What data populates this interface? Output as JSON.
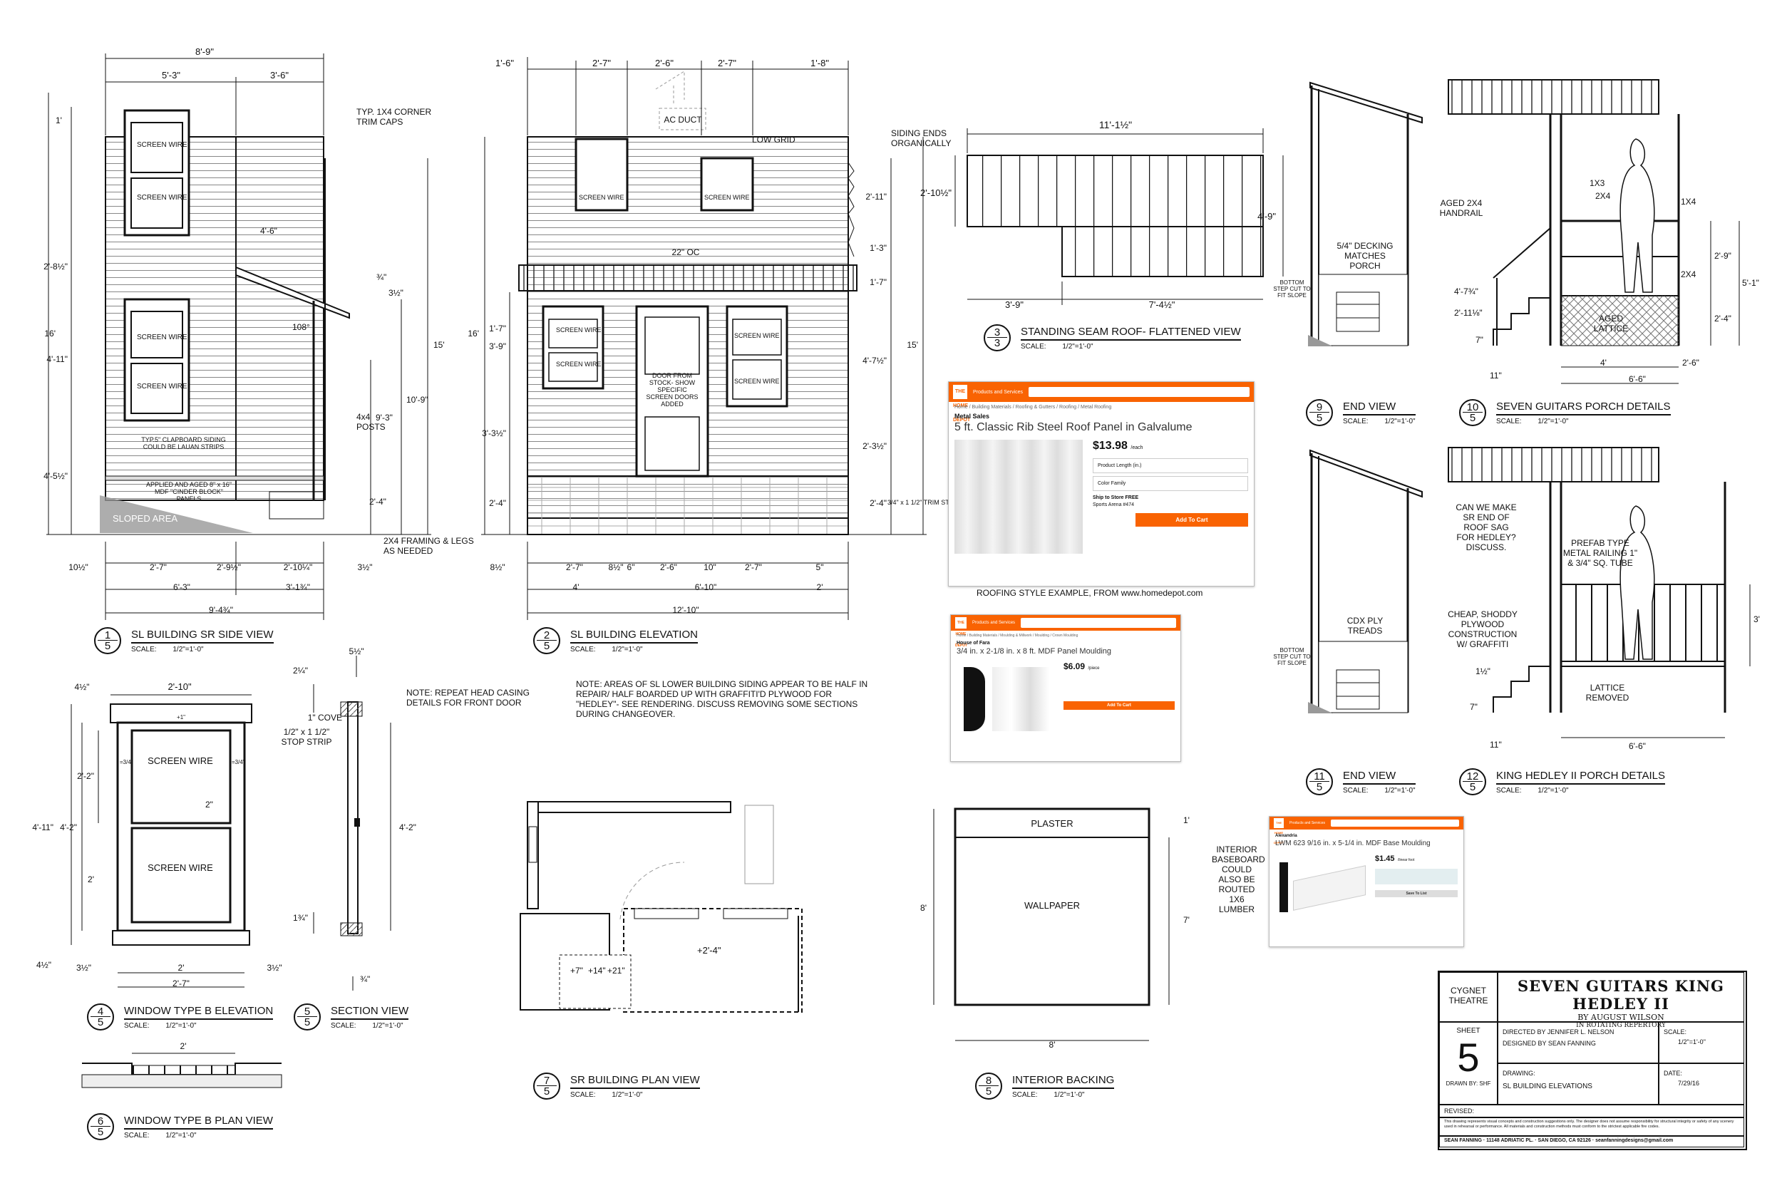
{
  "views": [
    {
      "id": "v1",
      "num": "1",
      "sheet": "5",
      "name": "SL BUILDING SR SIDE VIEW",
      "scale_label": "SCALE:",
      "scale": "1/2\"=1'-0\""
    },
    {
      "id": "v2",
      "num": "2",
      "sheet": "5",
      "name": "SL BUILDING ELEVATION",
      "scale_label": "SCALE:",
      "scale": "1/2\"=1'-0\""
    },
    {
      "id": "v3",
      "num": "3",
      "sheet": "3",
      "name": "STANDING SEAM ROOF- FLATTENED VIEW",
      "scale_label": "SCALE:",
      "scale": "1/2\"=1'-0\""
    },
    {
      "id": "v4",
      "num": "4",
      "sheet": "5",
      "name": "WINDOW TYPE B ELEVATION",
      "scale_label": "SCALE:",
      "scale": "1/2\"=1'-0\""
    },
    {
      "id": "v5",
      "num": "5",
      "sheet": "5",
      "name": "SECTION VIEW",
      "scale_label": "SCALE:",
      "scale": "1/2\"=1'-0\""
    },
    {
      "id": "v6",
      "num": "6",
      "sheet": "5",
      "name": "WINDOW TYPE B PLAN VIEW",
      "scale_label": "SCALE:",
      "scale": "1/2\"=1'-0\""
    },
    {
      "id": "v7",
      "num": "7",
      "sheet": "5",
      "name": "SR BUILDING PLAN VIEW",
      "scale_label": "SCALE:",
      "scale": "1/2\"=1'-0\""
    },
    {
      "id": "v8",
      "num": "8",
      "sheet": "5",
      "name": "INTERIOR BACKING",
      "scale_label": "SCALE:",
      "scale": "1/2\"=1'-0\""
    },
    {
      "id": "v9",
      "num": "9",
      "sheet": "5",
      "name": "END VIEW",
      "scale_label": "SCALE:",
      "scale": "1/2\"=1'-0\""
    },
    {
      "id": "v10",
      "num": "10",
      "sheet": "5",
      "name": "SEVEN GUITARS PORCH DETAILS",
      "scale_label": "SCALE:",
      "scale": "1/2\"=1'-0\""
    },
    {
      "id": "v11",
      "num": "11",
      "sheet": "5",
      "name": "END VIEW",
      "scale_label": "SCALE:",
      "scale": "1/2\"=1'-0\""
    },
    {
      "id": "v12",
      "num": "12",
      "sheet": "5",
      "name": "KING HEDLEY II PORCH DETAILS",
      "scale_label": "SCALE:",
      "scale": "1/2\"=1'-0\""
    }
  ],
  "v1": {
    "dims_top": [
      "8'-9\"",
      "5'-3\"",
      "3'-6\""
    ],
    "dims_left": [
      "1'",
      "2'-8½\"",
      "16'",
      "4'-11\"",
      "4'-5½\""
    ],
    "dims_right": [
      "4'-6\"",
      "¾\"",
      "3½\"",
      "108°",
      "15'",
      "10'-9\"",
      "9'-3\"",
      "2'-4\""
    ],
    "dims_bottom": [
      "10½\"",
      "2'-7\"",
      "2'-9½\"",
      "2'-10¼\"",
      "3½\"",
      "6'-3\"",
      "3'-1¾\"",
      "9'-4¾\""
    ],
    "screen1": "SCREEN WIRE",
    "screen2": "SCREEN WIRE",
    "screen3": "SCREEN WIRE",
    "screen4": "SCREEN WIRE",
    "note_corner": "TYP. 1X4 CORNER TRIM CAPS",
    "note_siding": "TYP.5\" CLAPBOARD SIDING COULD BE LAUAN STRIPS",
    "note_panels": "APPLIED AND AGED 8\" x 16\" MDF \"CINDER BLOCK\" PANELS",
    "note_sloped": "SLOPED AREA",
    "note_posts": "4x4 POSTS",
    "note_framing": "2X4 FRAMING & LEGS AS NEEDED"
  },
  "v2": {
    "dims_top": [
      "1'-6\"",
      "2'-7\"",
      "2'-6\"",
      "2'-7\"",
      "1'-8\""
    ],
    "dims_left": [
      "16'",
      "1'-7\"",
      "3'-9\"",
      "3'-3½\"",
      "2'-4\""
    ],
    "dims_right": [
      "2'-11\"",
      "1'-3\"",
      "1'-7\"",
      "4'-7½\"",
      "2'-3½\"",
      "2'-4\"",
      "15'"
    ],
    "dims_bottom": [
      "8½\"",
      "2'-7\"",
      "8½\"",
      "6\"",
      "2'-6\"",
      "10\"",
      "2'-7\"",
      "5\"",
      "4'",
      "6'-10\"",
      "2'",
      "12'-10\""
    ],
    "ac_duct": "AC DUCT",
    "low_grid": "LOW GRID",
    "oc": "22\" OC",
    "siding_ends": "SIDING ENDS ORGANICALLY",
    "screen1": "SCREEN WIRE",
    "screen2": "SCREEN WIRE",
    "screen3": "SCREEN WIRE",
    "screen4": "SCREEN WIRE",
    "screen5": "SCREEN WIRE",
    "screen6": "SCREEN WIRE",
    "door": "DOOR FROM STOCK- SHOW SPECIFIC SCREEN DOORS ADDED",
    "trim_strip": "3/4\" x 1 1/2\" TRIM STRIP"
  },
  "v3": {
    "dims": [
      "11'-1½\"",
      "2'-10½\"",
      "4'-9\"",
      "3'-9\"",
      "7'-4½\""
    ]
  },
  "hd1": {
    "logo": "THE HOME DEPOT",
    "menu": "Products and Services",
    "breadcrumb": "Home / Building Materials / Roofing & Gutters / Roofing / Metal Roofing",
    "brand": "Metal Sales",
    "title": "5 ft. Classic Rib Steel Roof Panel in Galvalume",
    "price": "$13.98",
    "unit": "/each",
    "opt1": "Product Length (in.)",
    "opt2": "Color Family",
    "ship": "Ship to Store FREE",
    "pickup": "Sports Arena #474",
    "button": "Add To Cart",
    "caption": "ROOFING STYLE EXAMPLE, FROM www.homedepot.com"
  },
  "hd2": {
    "logo": "THE HOME DEPOT",
    "menu": "Products and Services",
    "breadcrumb": "Home / Building Materials / Moulding & Millwork / Moulding / Crown Moulding",
    "brand": "House of Fara",
    "title": "3/4 in. x 2-1/8 in. x 8 ft. MDF Panel Moulding",
    "price": "$6.09",
    "unit": "/piece",
    "button": "Add To Cart"
  },
  "hd3": {
    "logo": "THE HOME DEPOT",
    "menu": "Products and Services",
    "brand": "Alexandria",
    "title": "LWM 623 9/16 in. x 5-1/4 in. MDF Base Moulding",
    "price": "$1.45",
    "unit": "/linear foot",
    "button": "Save To List"
  },
  "v4": {
    "dims": [
      "4½\"",
      "2'-10\"",
      "2'-2\"",
      "4'-2\"",
      "4'-11\"",
      "2\"",
      "2'",
      "4½\"",
      "3½\"",
      "2'",
      "3½\"",
      "2'-7\"",
      "+1\"",
      "=3/4\"",
      "=3/4\""
    ],
    "screen1": "SCREEN WIRE",
    "screen2": "SCREEN WIRE"
  },
  "v5": {
    "dims": [
      "5½\"",
      "2¼\"",
      "4'-2\"",
      "1¾\"",
      "¾\""
    ],
    "cove": "1\" COVE",
    "stop": "1/2\" x 1 1/2\" STOP STRIP",
    "note": "NOTE: REPEAT HEAD CASING DETAILS FOR FRONT DOOR"
  },
  "v6": {
    "dim": "2'"
  },
  "note_sl": "NOTE: AREAS OF SL LOWER BUILDING SIDING APPEAR TO BE HALF IN REPAIR/ HALF BOARDED UP WITH GRAFFITI'D PLYWOOD  FOR \"HEDLEY\"- SEE RENDERING. DISCUSS REMOVING SOME SECTIONS DURING CHANGEOVER.",
  "v7": {
    "dims": [
      "+7\"",
      "+14\"",
      "+21\"",
      "+2'-4\""
    ]
  },
  "v8": {
    "plaster": "PLASTER",
    "wallpaper": "WALLPAPER",
    "dims": [
      "1'",
      "8'",
      "7'",
      "8'"
    ],
    "baseboard": "INTERIOR BASEBOARD COULD ALSO BE ROUTED 1X6 LUMBER"
  },
  "v9": {
    "decking": "5/4\" DECKING MATCHES PORCH",
    "step": "BOTTOM STEP CUT TO FIT SLOPE"
  },
  "v10": {
    "labels": [
      "1X3",
      "2X4",
      "1X4",
      "2X4",
      "AGED LATTICE"
    ],
    "handrail": "AGED 2X4 HANDRAIL",
    "dims": [
      "4'-7¾\"",
      "2'-11⅛\"",
      "7\"",
      "11\"",
      "4'",
      "6'-6\"",
      "2'-6\"",
      "2'-9\"",
      "2'-4\"",
      "5'-1\""
    ]
  },
  "v11": {
    "treads": "CDX PLY TREADS",
    "step": "BOTTOM STEP CUT TO FIT SLOPE"
  },
  "v12": {
    "question": "CAN WE MAKE SR END OF ROOF SAG FOR HEDLEY? DISCUSS.",
    "railing": "PREFAB TYPE METAL RAILING 1\" & 3/4\" SQ. TUBE",
    "plywood": "CHEAP, SHODDY PLYWOOD CONSTRUCTION W/ GRAFFITI",
    "lattice": "LATTICE REMOVED",
    "dims": [
      "1½\"",
      "7\"",
      "11\"",
      "6'-6\"",
      "3'"
    ]
  },
  "titleblock": {
    "theatre": "CYGNET THEATRE",
    "show": "SEVEN GUITARS  KING HEDLEY II",
    "author": "BY AUGUST WILSON",
    "rep": "IN ROTATING REPERTORY",
    "sheet_label": "SHEET",
    "sheet_num": "5",
    "drawn_by": "DRAWN BY: SHF",
    "director": "DIRECTED BY JENNIFER L. NELSON",
    "designer": "DESIGNED BY SEAN FANNING",
    "scale_label": "SCALE:",
    "scale": "1/2\"=1'-0\"",
    "drawing_label": "DRAWING:",
    "drawing": "SL BUILDING ELEVATIONS",
    "date_label": "DATE:",
    "date": "7/29/16",
    "revised": "REVISED:",
    "disclaimer": "This drawing represents visual concepts and construction suggestions only.  The designer does not assume responsibility for structural integrity or safety of any scenery used in rehearsal or performance.  All materials and construction methods must conform to the strictest applicable fire codes.",
    "footer": "SEAN FANNING  ·  11148 ADRIATIC PL.  ·  SAN DIEGO, CA 92126  ·  seanfanningdesigns@gmail.com"
  }
}
